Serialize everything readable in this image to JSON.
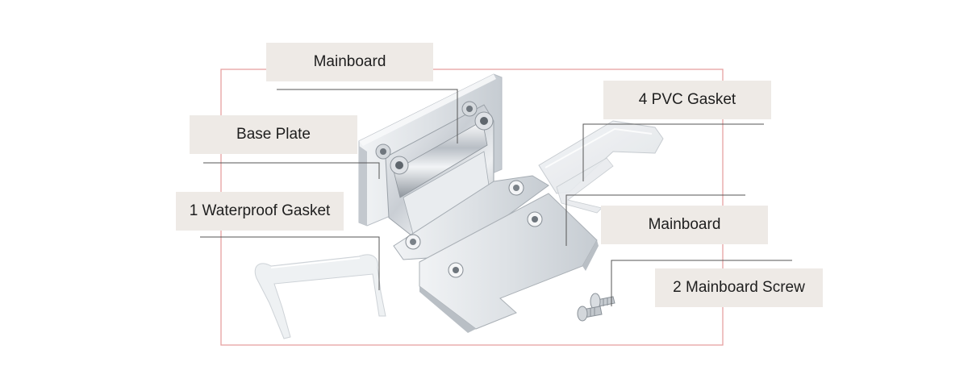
{
  "labels": {
    "mainboard_top": "Mainboard",
    "base_plate": "Base Plate",
    "waterproof_gasket": "1 Waterproof Gasket",
    "pvc_gasket": "4 PVC Gasket",
    "mainboard_right": "Mainboard",
    "mainboard_screw": "2 Mainboard Screw"
  },
  "colors": {
    "frame": "#e6a0a0",
    "label_bg": "#eeeae6",
    "leader_line": "#555555",
    "metal": "#d9dde2"
  }
}
